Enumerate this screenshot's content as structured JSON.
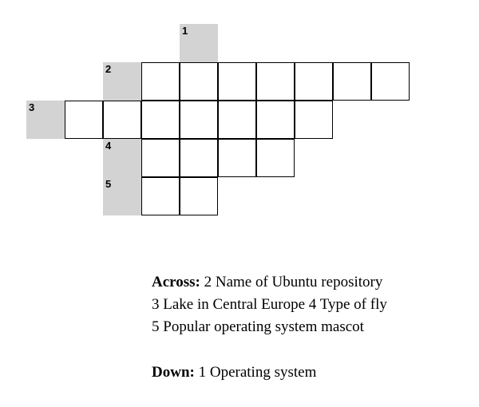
{
  "crossword": {
    "slots": [
      {
        "number": "1",
        "direction": "down",
        "row": 0,
        "col": 4,
        "length": 0
      },
      {
        "number": "2",
        "direction": "across",
        "row": 1,
        "col": 2,
        "length": 7
      },
      {
        "number": "3",
        "direction": "across",
        "row": 2,
        "col": 0,
        "length": 7
      },
      {
        "number": "4",
        "direction": "across",
        "row": 3,
        "col": 2,
        "length": 4
      },
      {
        "number": "5",
        "direction": "across",
        "row": 4,
        "col": 2,
        "length": 2
      }
    ],
    "colors": {
      "label_cell": "#d3d3d3",
      "grid_line": "#000000",
      "cell_fill": "#ffffff"
    }
  },
  "clues": {
    "across_heading": "Across:",
    "across_line1": " 2 Name of Ubuntu repository",
    "across_line2": "3 Lake in Central Europe 4 Type of fly",
    "across_line3": "5 Popular operating system mascot",
    "down_heading": "Down:",
    "down_line1": " 1 Operating system"
  }
}
